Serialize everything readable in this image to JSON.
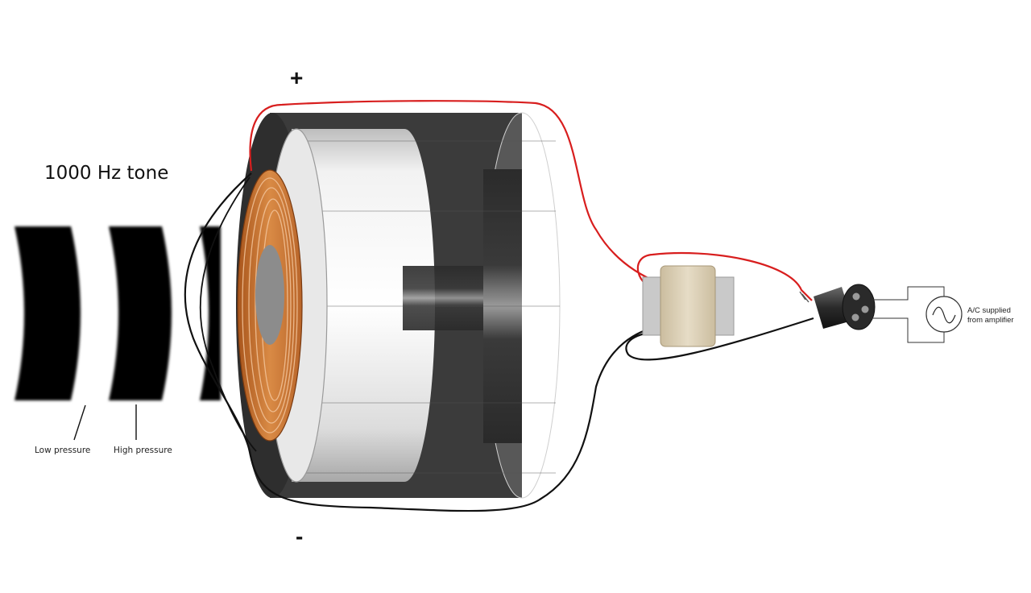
{
  "title": "1000 Hz tone",
  "wave_labels": {
    "low": "Low pressure",
    "high": "High pressure"
  },
  "polarity": {
    "plus": "+",
    "minus": "-"
  },
  "source_label": {
    "line1": "A/C supplied",
    "line2": "from amplifier"
  },
  "colors": {
    "positive_wire": "#d81e1e",
    "negative_wire": "#111111",
    "coil": "#c8742f",
    "magnet_body": "#3a3a3a",
    "pole_piece": "#d9d9d9",
    "transformer": "#d8cbb0"
  }
}
